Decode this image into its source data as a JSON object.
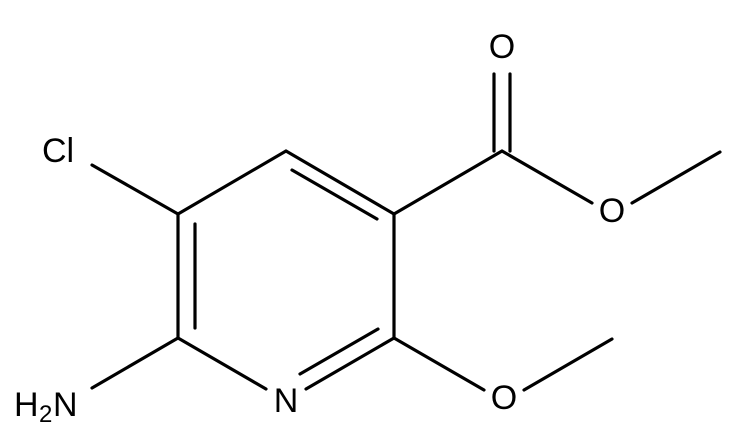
{
  "molecule": {
    "atoms": {
      "o_carbonyl": "O",
      "o_ester": "O",
      "chlorine": "Cl",
      "n_ring": "N",
      "o_methoxy": "O",
      "amine_h": "H",
      "amine_sub": "2",
      "amine_n": "N"
    }
  }
}
